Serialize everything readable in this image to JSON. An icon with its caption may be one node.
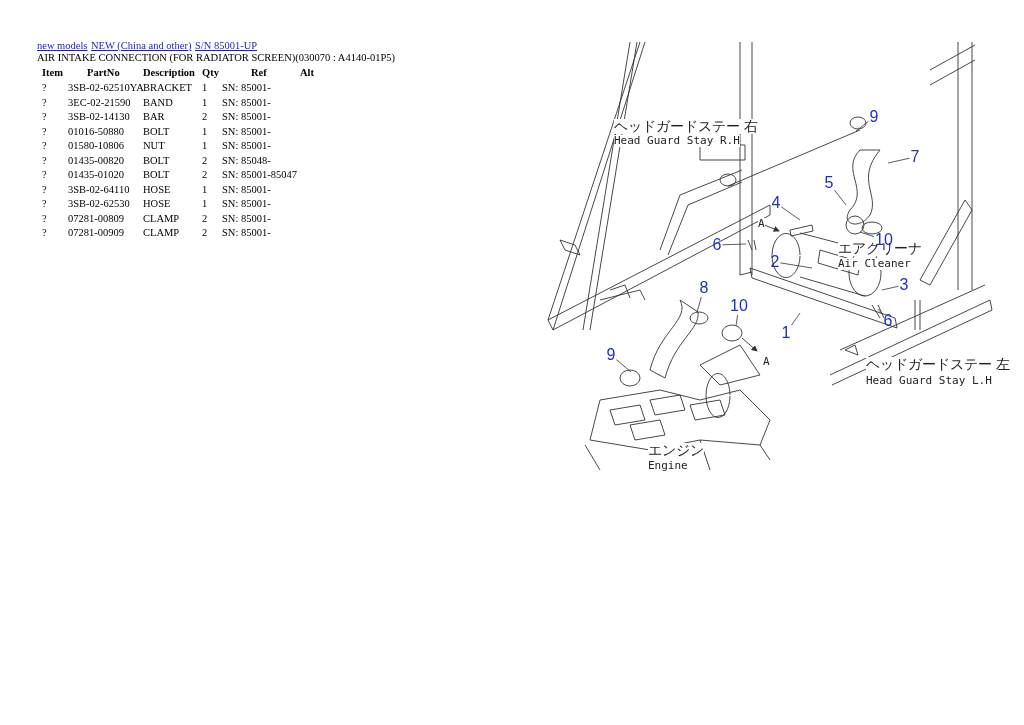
{
  "diagram": {
    "title": "AIR INTAKE CONNECTION (FOR RADIATOR SCREEN)(030070 : A4140-01P5)",
    "nodes": [
      {
        "text": [
          "9"
        ]
      },
      {
        "text": [
          "7"
        ]
      },
      {
        "text": [
          "5"
        ]
      },
      {
        "text": [
          "4"
        ]
      },
      {
        "text": [
          "10"
        ]
      },
      {
        "text": [
          "6"
        ]
      },
      {
        "text": [
          "2"
        ]
      },
      {
        "text": [
          "3"
        ]
      },
      {
        "text": [
          "8"
        ]
      },
      {
        "text": [
          "10"
        ]
      },
      {
        "text": [
          "1"
        ]
      },
      {
        "text": [
          "6"
        ]
      },
      {
        "text": [
          "9"
        ]
      }
    ],
    "edges": [
      {
        "from": 0,
        "to": null,
        "arrow": "none"
      },
      {
        "from": 1,
        "to": null,
        "arrow": "none"
      },
      {
        "from": 2,
        "to": null,
        "arrow": "none"
      },
      {
        "from": 3,
        "to": null,
        "arrow": "none"
      },
      {
        "from": 4,
        "to": null,
        "arrow": "none"
      },
      {
        "from": 5,
        "to": null,
        "arrow": "none"
      },
      {
        "from": 6,
        "to": null,
        "arrow": "none"
      },
      {
        "from": 7,
        "to": null,
        "arrow": "none"
      },
      {
        "from": 8,
        "to": null,
        "arrow": "none"
      },
      {
        "from": 9,
        "to": null,
        "arrow": "none"
      },
      {
        "from": 10,
        "to": null,
        "arrow": "none"
      },
      {
        "from": 11,
        "to": null,
        "arrow": "none"
      },
      {
        "from": 12,
        "to": null,
        "arrow": "none"
      }
    ],
    "labels": [
      "new models",
      "NEW (China and other)",
      "S/N 85001-UP",
      "Item",
      "PartNo",
      "Description",
      "Qty",
      "Ref",
      "Alt",
      "?",
      "3SB-02-62510YA",
      "BRACKET",
      "1",
      "SN: 85001-",
      "?",
      "3EC-02-21590",
      "BAND",
      "1",
      "SN: 85001-",
      "?",
      "3SB-02-14130",
      "BAR",
      "2",
      "SN: 85001-",
      "?",
      "01016-50880",
      "BOLT",
      "1",
      "SN: 85001-",
      "?",
      "01580-10806",
      "NUT",
      "1",
      "SN: 85001-",
      "?",
      "01435-00820",
      "BOLT",
      "2",
      "SN: 85048-",
      "?",
      "01435-01020",
      "BOLT",
      "2",
      "SN: 85001-85047",
      "?",
      "3SB-02-64110",
      "HOSE",
      "1",
      "SN: 85001-",
      "?",
      "3SB-02-62530",
      "HOSE",
      "1",
      "SN: 85001-",
      "?",
      "07281-00809",
      "CLAMP",
      "2",
      "SN: 85001-",
      "?",
      "07281-00909",
      "CLAMP",
      "2",
      "SN: 85001-",
      "ヘッドガードステー 右",
      "Head Guard Stay R.H",
      "エアクリーナ",
      "Air Cleaner",
      "ヘッドガードステー 左",
      "Head Guard Stay L.H",
      "エンジン",
      "Engine",
      "A",
      "A"
    ]
  }
}
